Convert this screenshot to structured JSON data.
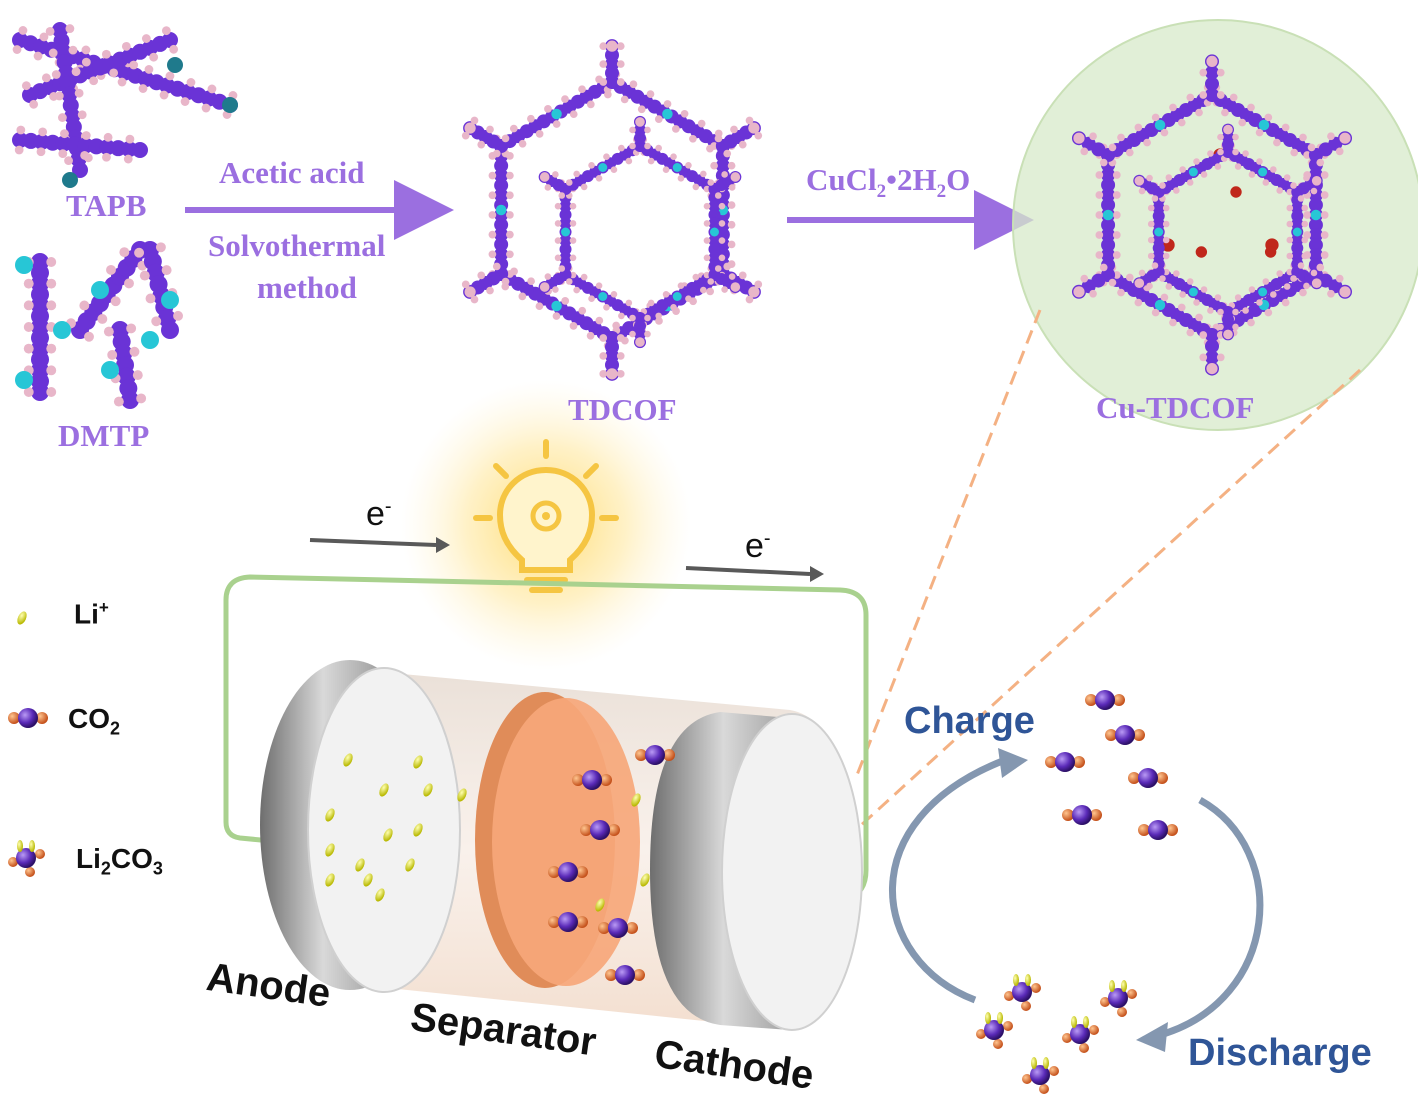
{
  "synthesis": {
    "precursor_1": "TAPB",
    "precursor_2": "DMTP",
    "step1_line1": "Acetic acid",
    "step1_line2": "Solvothermal",
    "step1_line3": "method",
    "product_1": "TDCOF",
    "step2_reagent_main": "CuCl",
    "step2_reagent_sub1": "2",
    "step2_reagent_mid": "•2H",
    "step2_reagent_sub2": "2",
    "step2_reagent_end": "O",
    "product_2": "Cu-TDCOF"
  },
  "legend": {
    "li_main": "Li",
    "li_sup": "+",
    "co2_main": "CO",
    "co2_sub": "2",
    "li2co3_a": "Li",
    "li2co3_sub1": "2",
    "li2co3_b": "CO",
    "li2co3_sub2": "3"
  },
  "circuit": {
    "electron_main": "e",
    "electron_sup": "-"
  },
  "cell": {
    "anode_label": "Anode",
    "separator_label": "Separator",
    "cathode_label": "Cathode"
  },
  "cycle": {
    "charge_label": "Charge",
    "discharge_label": "Discharge"
  },
  "colors": {
    "framework_purple": "#6a33d6",
    "framework_pink": "#e8b6c9",
    "framework_cyan": "#27c6d6",
    "label_purple": "#9b6fe0",
    "circuit_green": "#a9d18e",
    "separator_orange": "#f6a779",
    "copper_red": "#c0271b",
    "cycle_blue": "#2f5597",
    "cycle_arrow": "#8497b0",
    "li_yellow": "#e6e640",
    "oxygen_orange": "#e3722a"
  }
}
